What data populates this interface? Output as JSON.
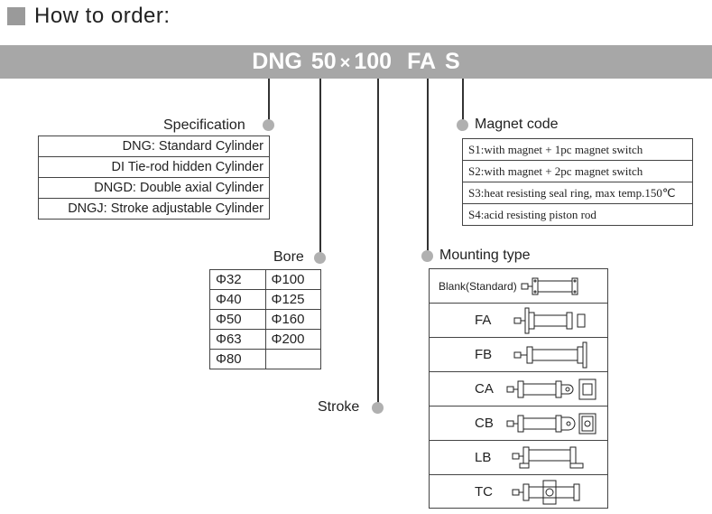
{
  "header": {
    "title": "How to order:"
  },
  "order_code": {
    "model": "DNG",
    "bore": "50",
    "times": "×",
    "stroke": "100",
    "mounting": "FA",
    "magnet": "S"
  },
  "specification": {
    "label": "Specification",
    "items": [
      "DNG:  Standard Cylinder",
      "DI Tie-rod hidden Cylinder",
      "DNGD: Double axial Cylinder",
      "DNGJ: Stroke adjustable Cylinder"
    ]
  },
  "magnet_code": {
    "label": "Magnet code",
    "items": [
      "S1:with magnet + 1pc magnet switch",
      "S2:with magnet + 2pc magnet switch",
      "S3:heat resisting seal ring, max temp.150℃",
      "S4:acid resisting piston rod"
    ]
  },
  "bore": {
    "label": "Bore",
    "rows": [
      [
        "Φ32",
        "Φ100"
      ],
      [
        "Φ40",
        "Φ125"
      ],
      [
        "Φ50",
        "Φ160"
      ],
      [
        "Φ63",
        "Φ200"
      ],
      [
        "Φ80",
        ""
      ]
    ]
  },
  "stroke": {
    "label": "Stroke"
  },
  "mounting_type": {
    "label": "Mounting type",
    "items": [
      {
        "label": "Blank(Standard)",
        "icon": "cylinder-standard-icon"
      },
      {
        "label": "FA",
        "icon": "cylinder-front-flange-icon"
      },
      {
        "label": "FB",
        "icon": "cylinder-rear-flange-icon"
      },
      {
        "label": "CA",
        "icon": "cylinder-single-clevis-icon"
      },
      {
        "label": "CB",
        "icon": "cylinder-double-clevis-icon"
      },
      {
        "label": "LB",
        "icon": "cylinder-foot-mount-icon"
      },
      {
        "label": "TC",
        "icon": "cylinder-trunnion-icon"
      }
    ]
  },
  "colors": {
    "banner": "#a7a7a7",
    "dot": "#b0b0b0",
    "text": "#222222"
  }
}
